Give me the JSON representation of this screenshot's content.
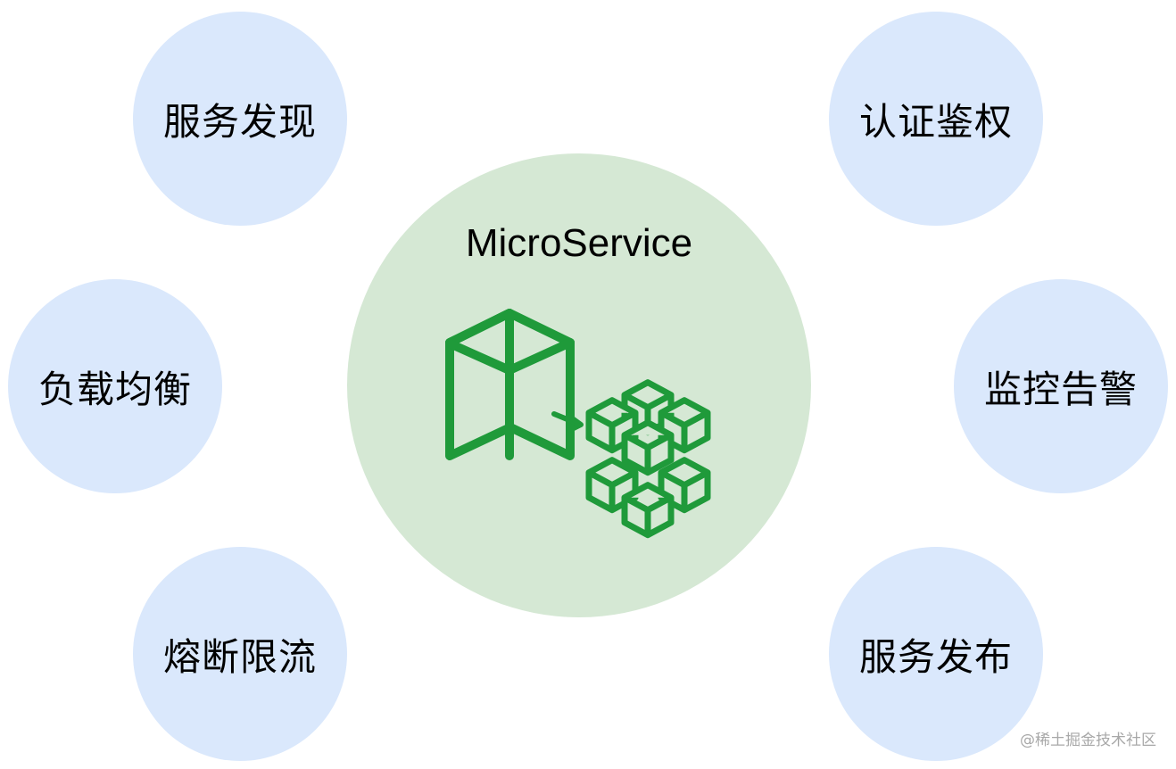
{
  "center": {
    "title": "MicroService",
    "icon": "monolith-to-microservices-icon",
    "icon_color": "#1f9a3a",
    "fill": "#d5e8d4"
  },
  "nodes": {
    "service_discovery": "服务发现",
    "load_balancing": "负载均衡",
    "circuit_breaking": "熔断限流",
    "authentication": "认证鉴权",
    "monitoring_alerting": "监控告警",
    "service_release": "服务发布",
    "fill": "#dae8fc"
  },
  "watermark": "@稀土掘金技术社区"
}
